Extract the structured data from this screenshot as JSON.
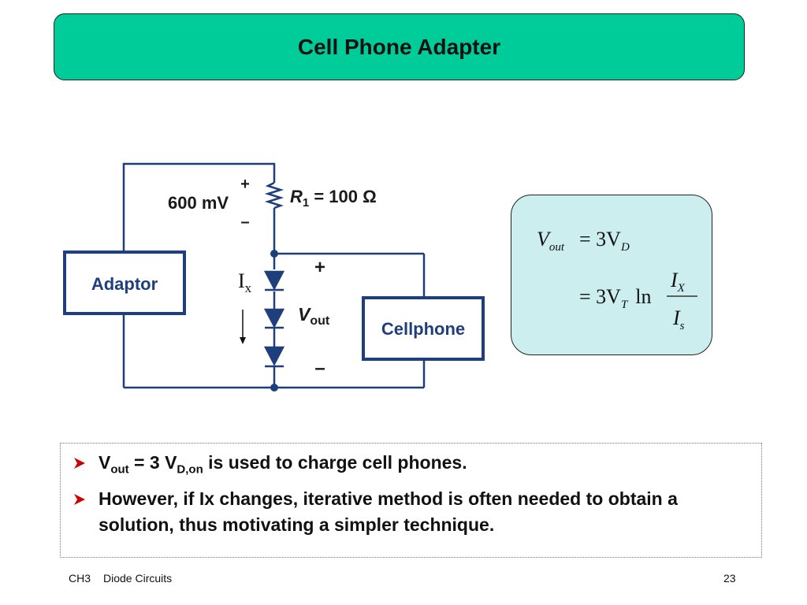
{
  "slide": {
    "title": "Cell Phone Adapter"
  },
  "circuit": {
    "voltage_label": "600 mV",
    "plus_small": "+",
    "minus_small": "–",
    "resistor_label_r": "R",
    "resistor_label_sub": "1",
    "resistor_label_value": " = 100 Ω",
    "adaptor_label": "Adaptor",
    "cellphone_label": "Cellphone",
    "current_label_i": "I",
    "current_label_sub": "x",
    "vout_v": "V",
    "vout_sub": "out",
    "out_plus": "+",
    "out_minus": "–"
  },
  "equations": {
    "line1_lhs_v": "V",
    "line1_lhs_sub": "out",
    "line1_rhs": "= 3V",
    "line1_rhs_sub": "D",
    "line2_rhs": "= 3V",
    "line2_rhs_sub": "T",
    "line2_ln": "ln",
    "frac_num": "I",
    "frac_num_sub": "X",
    "frac_den": "I",
    "frac_den_sub": "s"
  },
  "bullets": {
    "b1_v": "V",
    "b1_out": "out",
    "b1_mid": " = 3 V",
    "b1_don": "D,on",
    "b1_rest": " is used to charge cell phones.",
    "b2_text": "However, if Ix changes, iterative method is often needed to obtain a solution, thus motivating a simpler technique."
  },
  "footer": {
    "chapter": "CH3",
    "topic": "Diode Circuits",
    "page_number": "23"
  },
  "colors": {
    "title_bg": "#00cc99",
    "circuit_box": "#1f3e7c",
    "equation_bg": "#cceeee",
    "bullet_arrow": "#cc0000"
  }
}
